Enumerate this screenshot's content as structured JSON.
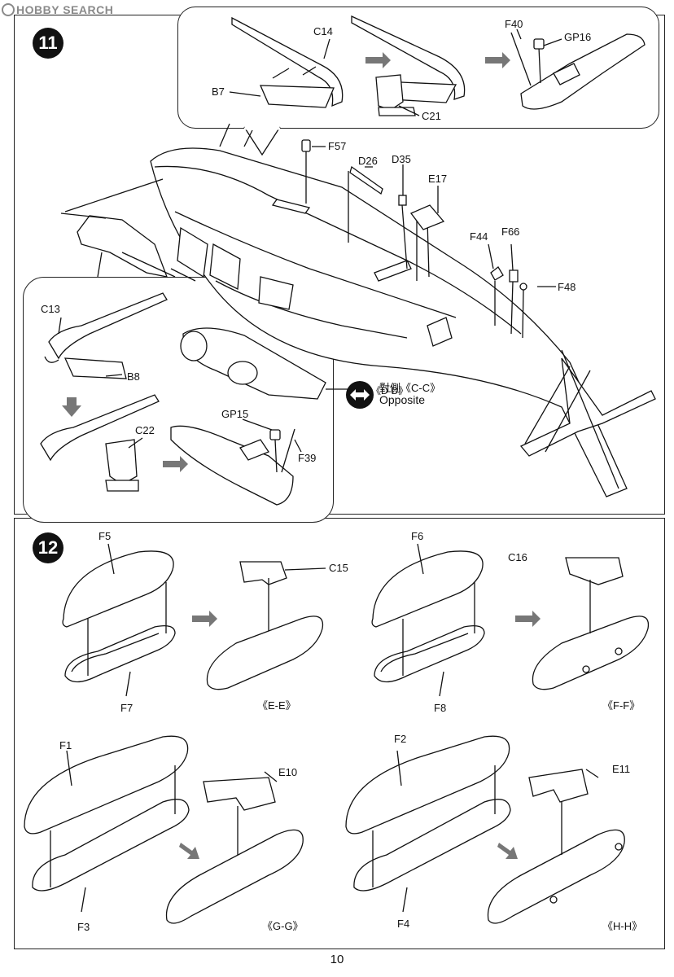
{
  "watermark": "HOBBY SEARCH",
  "page_number": "10",
  "step11": {
    "number": "11",
    "parts": {
      "C14": "C14",
      "B7": "B7",
      "C21": "C21",
      "F40": "F40",
      "GP16": "GP16",
      "F57": "F57",
      "D26": "D26",
      "D35": "D35",
      "E17": "E17",
      "F44": "F44",
      "F66": "F66",
      "F48": "F48",
      "C13": "C13",
      "B8": "B8",
      "C22": "C22",
      "GP15": "GP15",
      "F39": "F39"
    },
    "section_dd": "《D-D》",
    "opposite_cn": "對側《C-C》",
    "opposite_en": "Opposite"
  },
  "step12": {
    "number": "12",
    "parts": {
      "F5": "F5",
      "F7": "F7",
      "C15": "C15",
      "F6": "F6",
      "F8": "F8",
      "C16": "C16",
      "F1": "F1",
      "F3": "F3",
      "E10": "E10",
      "F2": "F2",
      "F4": "F4",
      "E11": "E11"
    },
    "sections": {
      "ee": "《E-E》",
      "ff": "《F-F》",
      "gg": "《G-G》",
      "hh": "《H-H》"
    }
  }
}
